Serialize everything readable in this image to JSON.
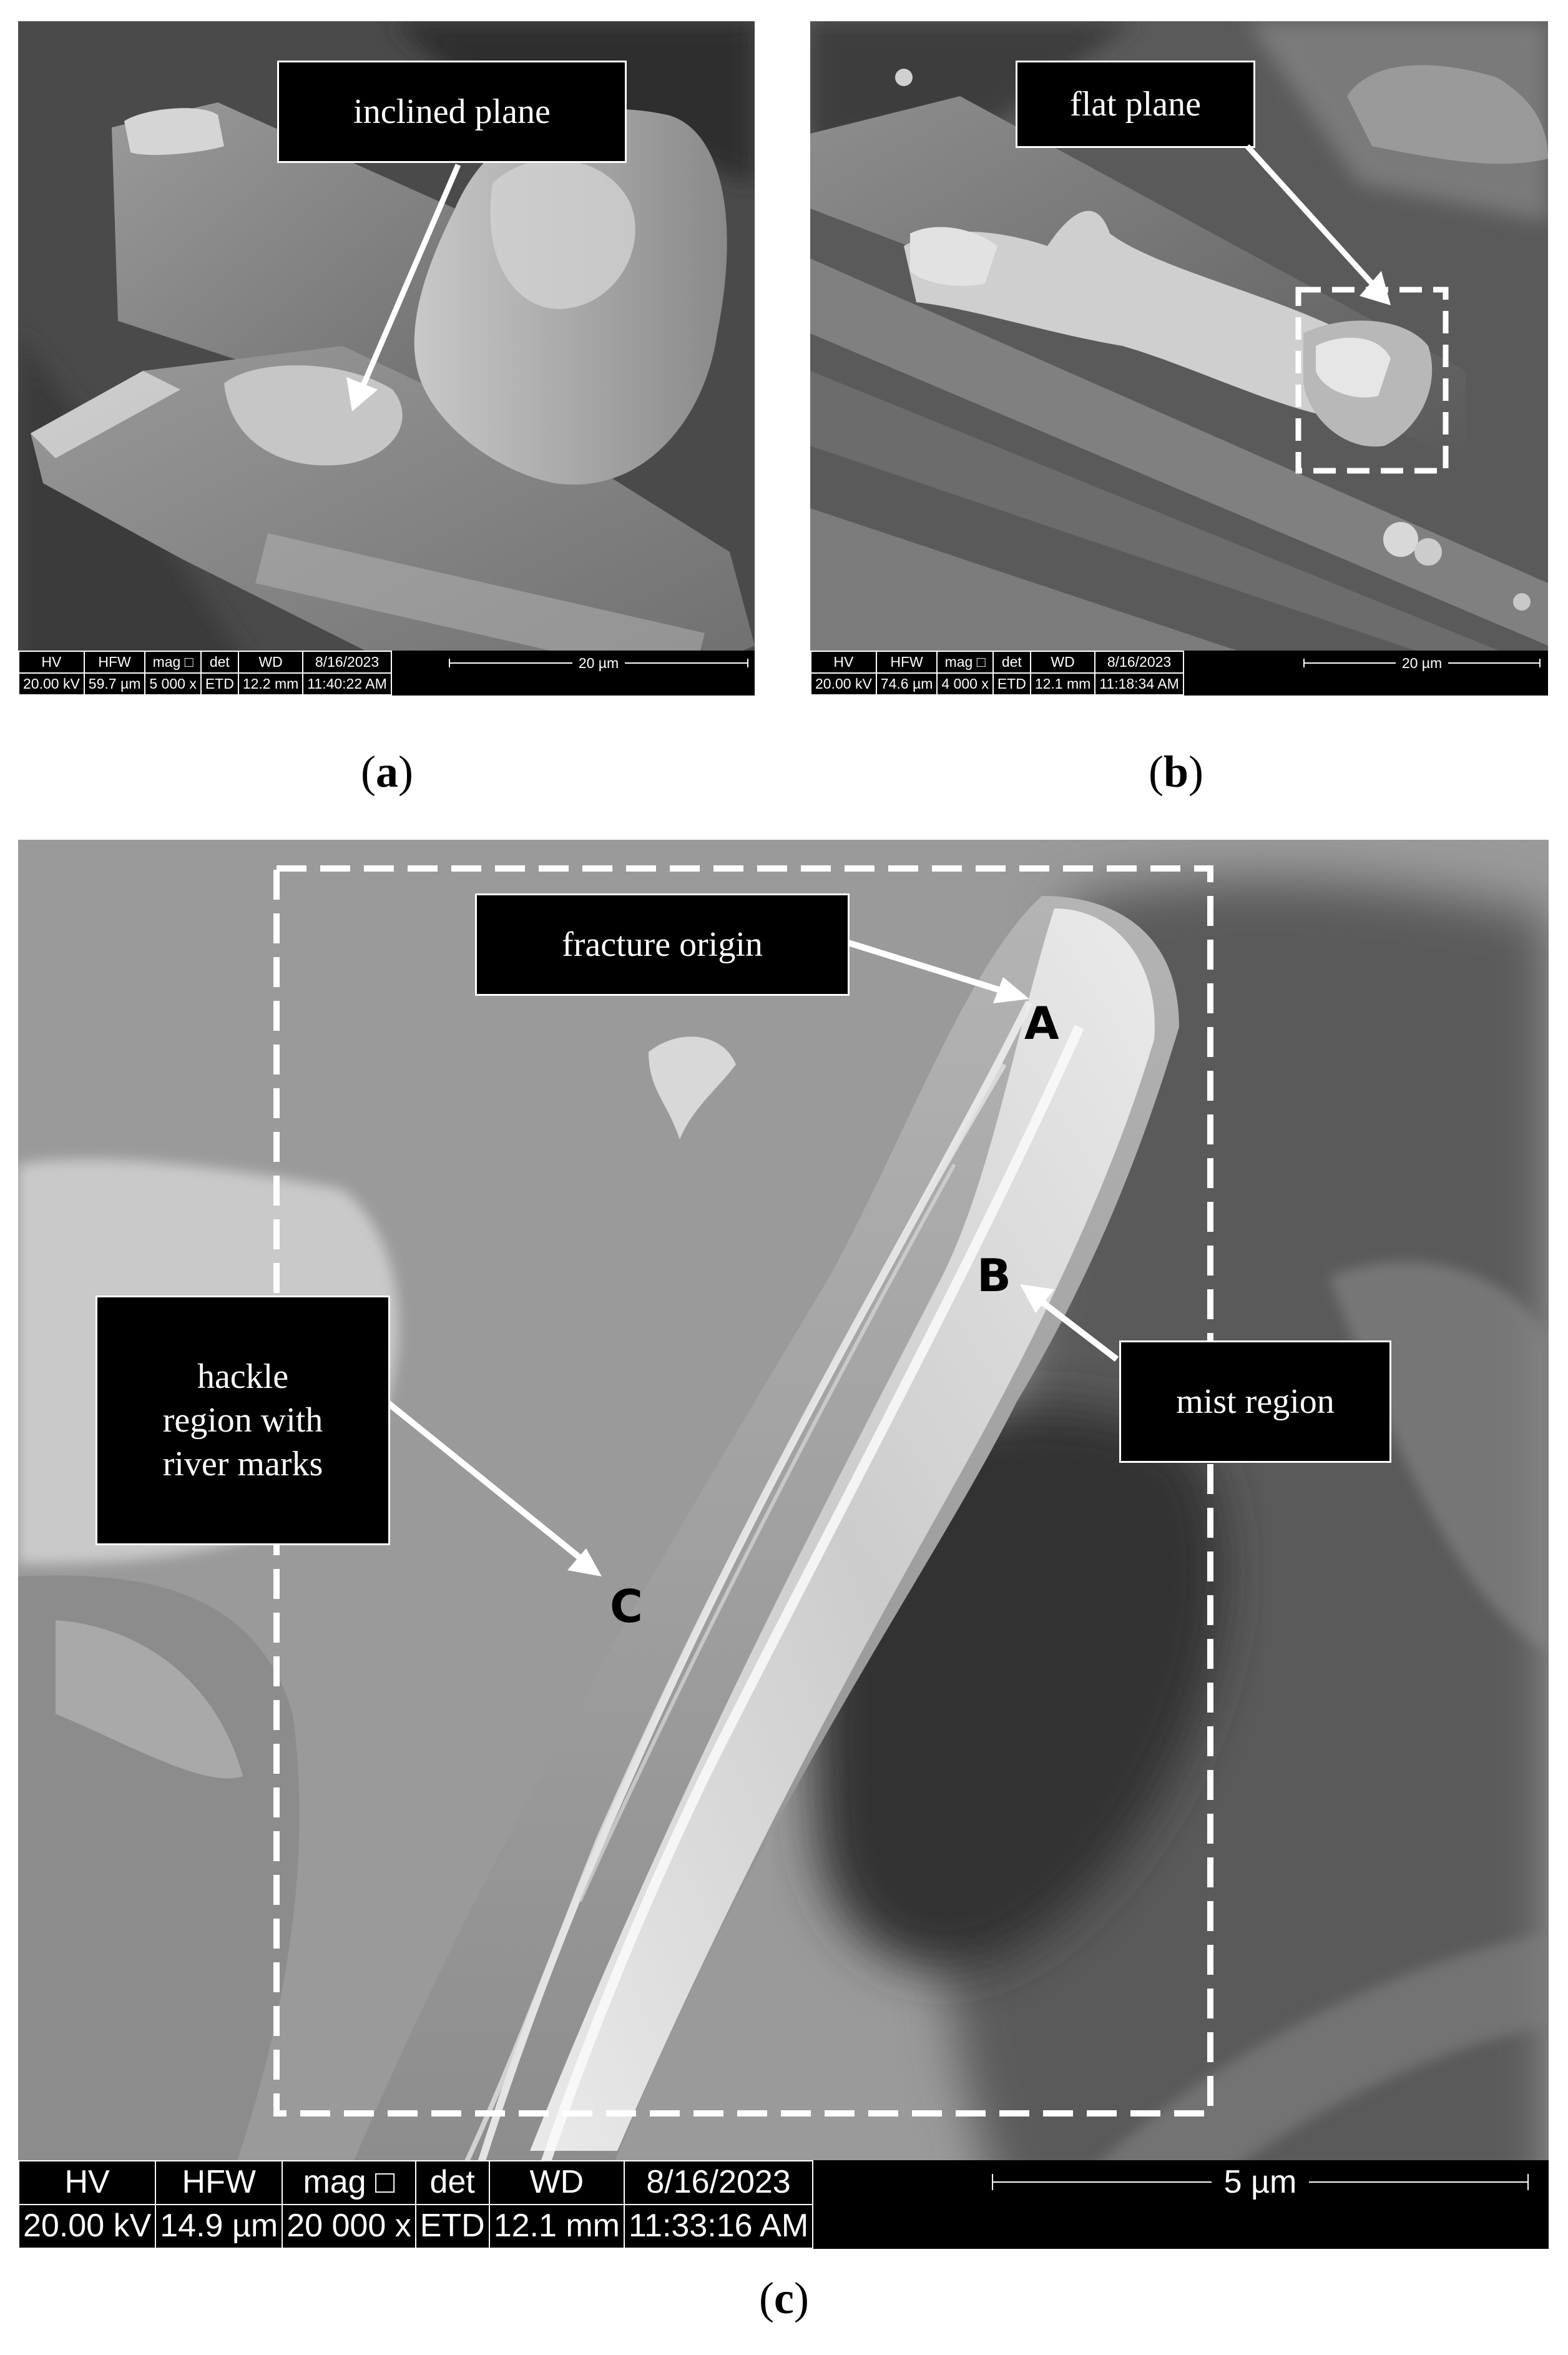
{
  "panels": {
    "a": {
      "callout": "inclined plane",
      "databar": {
        "headers": [
          "HV",
          "HFW",
          "mag □",
          "det",
          "WD",
          "8/16/2023"
        ],
        "values": [
          "20.00 kV",
          "59.7 µm",
          "5 000 x",
          "ETD",
          "12.2 mm",
          "11:40:22 AM"
        ],
        "scale": "20 µm"
      }
    },
    "b": {
      "callout": "flat plane",
      "databar": {
        "headers": [
          "HV",
          "HFW",
          "mag □",
          "det",
          "WD",
          "8/16/2023"
        ],
        "values": [
          "20.00 kV",
          "74.6 µm",
          "4 000 x",
          "ETD",
          "12.1 mm",
          "11:18:34 AM"
        ],
        "scale": "20 µm"
      }
    },
    "c": {
      "callouts": {
        "fracture_origin": "fracture origin",
        "mist_region": "mist region",
        "hackle_line1": "hackle",
        "hackle_line2": "region with",
        "hackle_line3": "river marks"
      },
      "points": {
        "a": "A",
        "b": "B",
        "c": "C"
      },
      "databar": {
        "headers": [
          "HV",
          "HFW",
          "mag □",
          "det",
          "WD",
          "8/16/2023"
        ],
        "values": [
          "20.00 kV",
          "14.9 µm",
          "20 000 x",
          "ETD",
          "12.1 mm",
          "11:33:16 AM"
        ],
        "scale": "5 µm"
      }
    }
  },
  "captions": {
    "a": "a",
    "b": "b",
    "c": "c"
  }
}
